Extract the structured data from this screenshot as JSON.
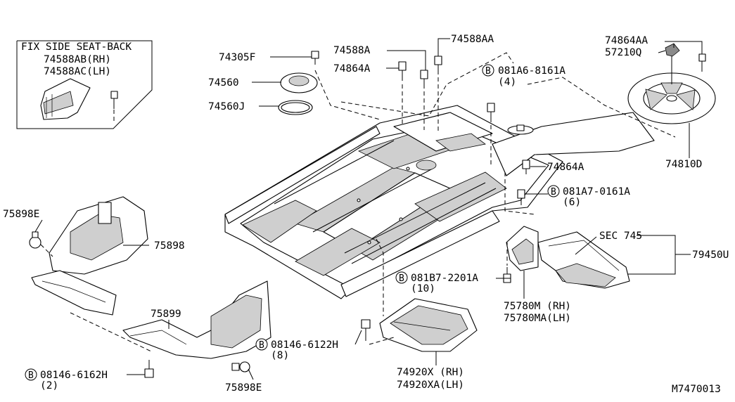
{
  "inset": {
    "title": "FIX SIDE SEAT-BACK",
    "line1": "74588AB(RH)",
    "line2": "74588AC(LH)"
  },
  "labels": {
    "p74305F": "74305F",
    "p74560": "74560",
    "p74560J": "74560J",
    "p74588A": "74588A",
    "p74864A_top": "74864A",
    "p74588AA": "74588AA",
    "bolt_081A6": "081A6-8161A",
    "bolt_081A6_qty": "(4)",
    "p74864AA": "74864AA",
    "p57210Q": "57210Q",
    "p74810D": "74810D",
    "p74864A_right": "74864A",
    "bolt_081A7": "081A7-0161A",
    "bolt_081A7_qty": "(6)",
    "sec745": "SEC 745",
    "p79450": "79450U",
    "p75898E_top": "75898E",
    "p75898": "75898",
    "bolt_081B7": "081B7-2201A",
    "bolt_081B7_qty": "(10)",
    "p75780M": "75780M (RH)",
    "p75780MA": "75780MA(LH)",
    "p75899": "75899",
    "bolt_08146_6122": "08146-6122H",
    "bolt_08146_6122_qty": "(8)",
    "bolt_08146_6162": "08146-6162H",
    "bolt_08146_6162_qty": "(2)",
    "p74920X": "74920X (RH)",
    "p74920XA": "74920XA(LH)",
    "p75898E_bottom": "75898E",
    "diagram_id": "M7470013"
  },
  "bolt_symbol": "B"
}
